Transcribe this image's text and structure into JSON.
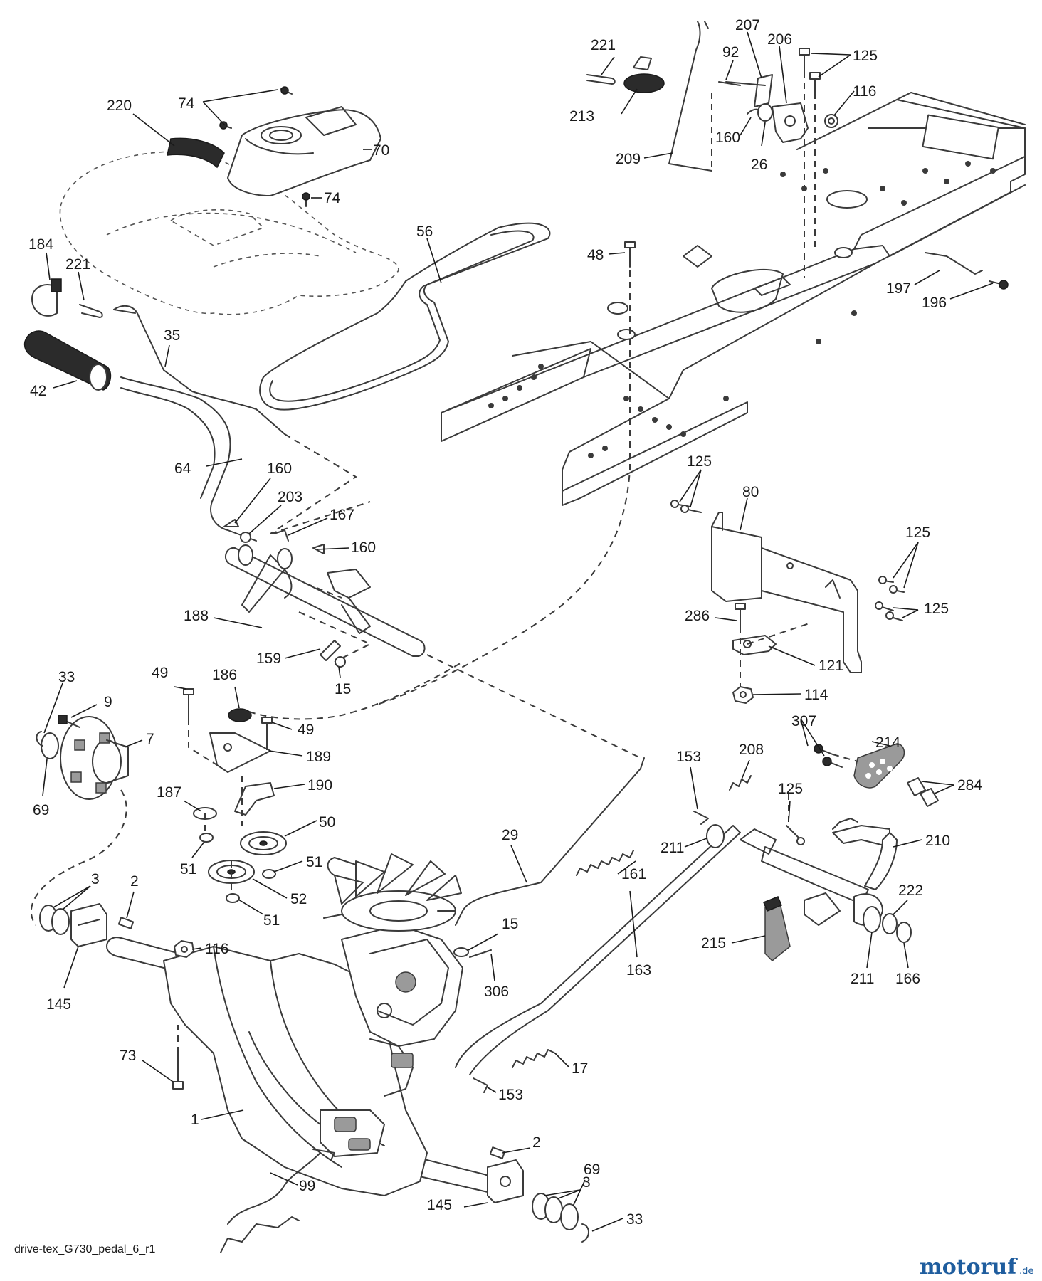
{
  "diagram": {
    "caption": "drive-tex_G730_pedal_6_r1",
    "logo": {
      "name": "motoruf",
      "tld": ".de",
      "color": "#1f5d9e"
    },
    "callouts": {
      "c221a": "221",
      "c213": "213",
      "c209": "209",
      "c92": "92",
      "c207": "207",
      "c206": "206",
      "c125a": "125",
      "c116a": "116",
      "c160a": "160",
      "c26": "26",
      "c220": "220",
      "c74a": "74",
      "c70": "70",
      "c74b": "74",
      "c184": "184",
      "c221b": "221",
      "c56": "56",
      "c48": "48",
      "c197": "197",
      "c196": "196",
      "c35": "35",
      "c42": "42",
      "c64": "64",
      "c160b": "160",
      "c203": "203",
      "c167": "167",
      "c160c": "160",
      "c125b": "125",
      "c80": "80",
      "c125c": "125",
      "c125d": "125",
      "c286": "286",
      "c121": "121",
      "c114": "114",
      "c188": "188",
      "c159": "159",
      "c15a": "15",
      "c33a": "33",
      "c9": "9",
      "c7": "7",
      "c69a": "69",
      "c49a": "49",
      "c186": "186",
      "c49b": "49",
      "c189": "189",
      "c187": "187",
      "c190": "190",
      "c50": "50",
      "c51a": "51",
      "c51b": "51",
      "c52": "52",
      "c51c": "51",
      "c307": "307",
      "c214": "214",
      "c284": "284",
      "c153a": "153",
      "c208": "208",
      "c125e": "125",
      "c211a": "211",
      "c210": "210",
      "c29": "29",
      "c161": "161",
      "c3a": "3",
      "c2a": "2",
      "c116b": "116",
      "c15b": "15",
      "c145a": "145",
      "c306": "306",
      "c163": "163",
      "c222": "222",
      "c215": "215",
      "c211b": "211",
      "c166": "166",
      "c73": "73",
      "c17": "17",
      "c153b": "153",
      "c1": "1",
      "c2b": "2",
      "c99": "99",
      "c3b": "3",
      "c69b": "69",
      "c145b": "145",
      "c33b": "33"
    }
  }
}
